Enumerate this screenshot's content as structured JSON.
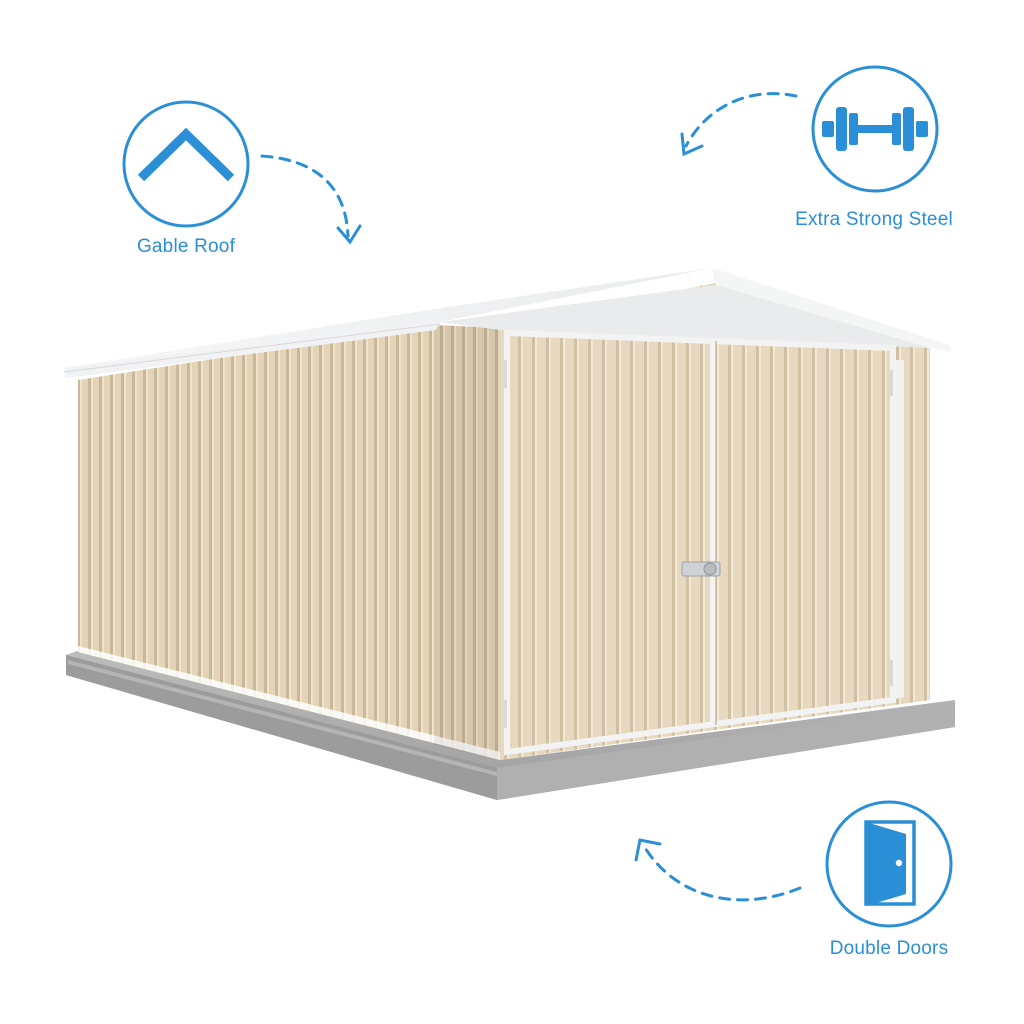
{
  "features": [
    {
      "label": "Gable Roof",
      "icon": "gable-roof-icon"
    },
    {
      "label": "Extra Strong Steel",
      "icon": "dumbbell-icon"
    },
    {
      "label": "Double Doors",
      "icon": "door-icon"
    }
  ],
  "colors": {
    "accent": "#2a8fd6",
    "shed_wall": "#e3d3b7",
    "shed_roof": "#f4f5f5",
    "slab": "#a9a9a9"
  }
}
